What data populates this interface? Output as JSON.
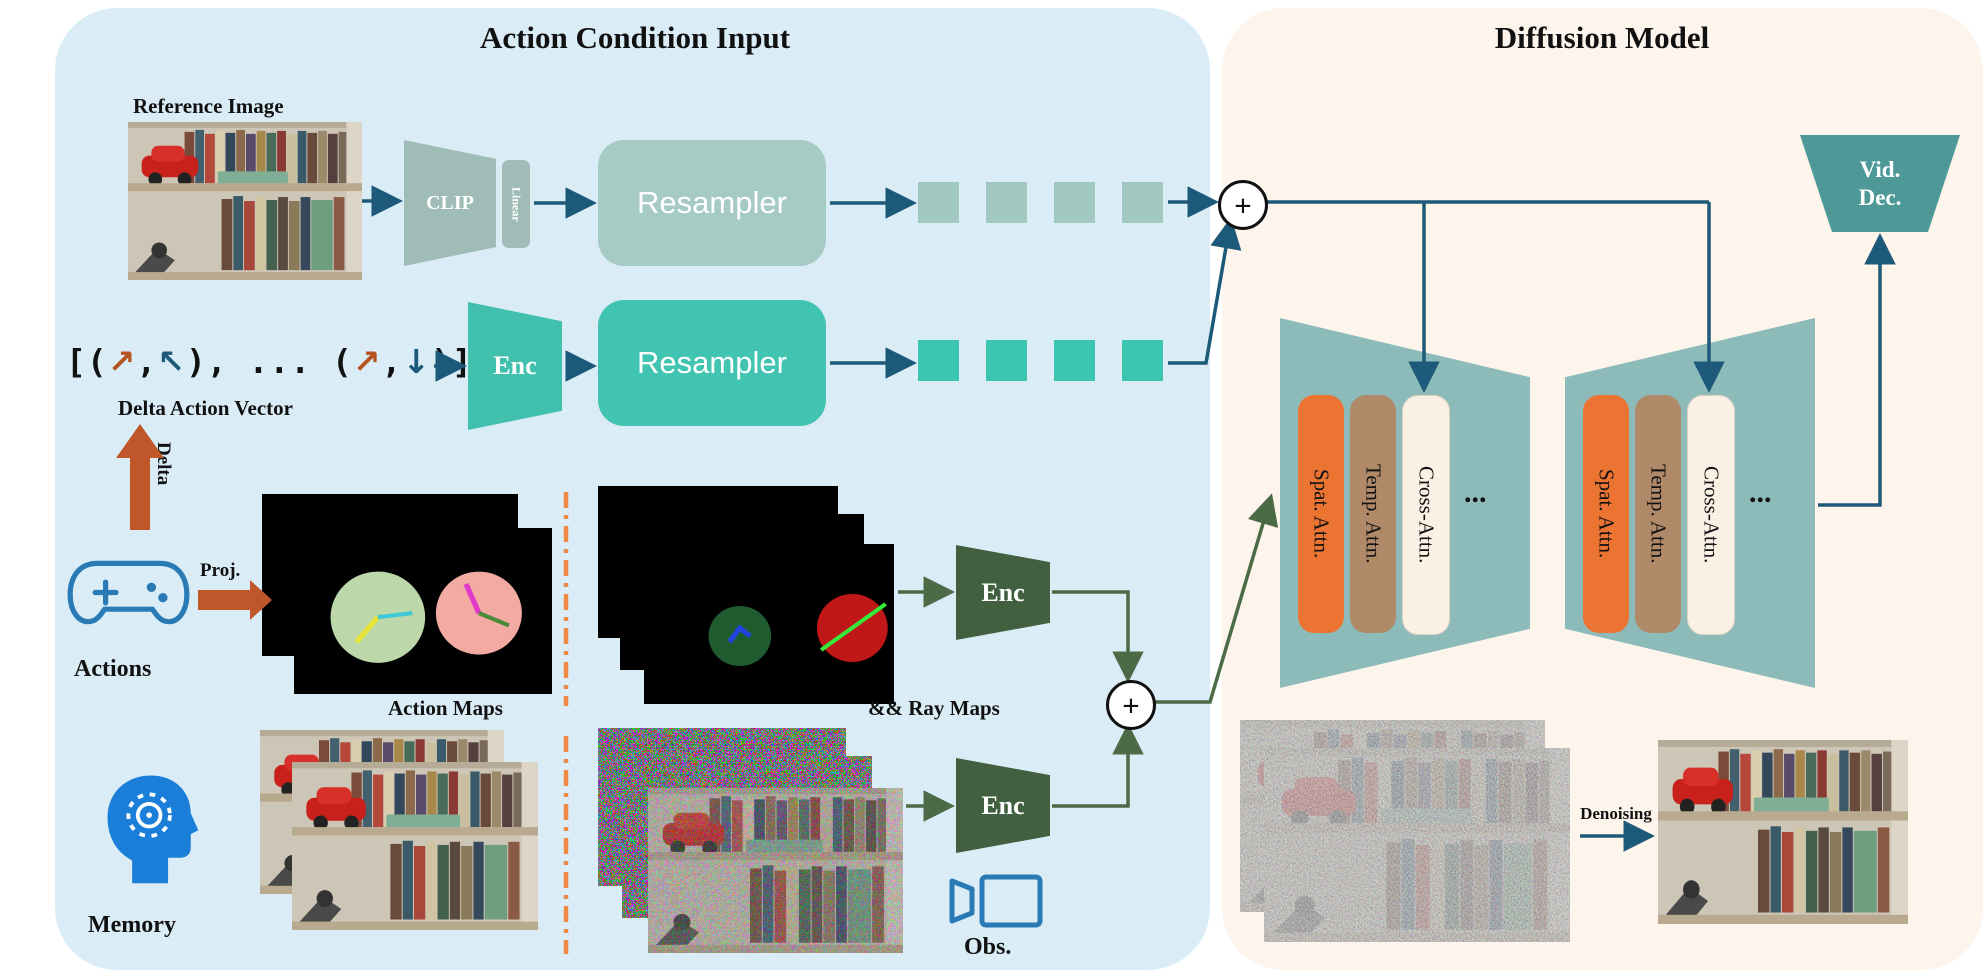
{
  "colors": {
    "panel_left_bg": "#daedf7",
    "panel_right_bg": "#fdf4ec",
    "teal_bright": "#41c4b1",
    "teal_muted": "#a6cac4",
    "vid_dec_teal": "#4e9898",
    "unet_teal": "#8cbbb9",
    "enc_green": "#40603f",
    "arrow_blue": "#1d5a7a",
    "arrow_green": "#4a6b45",
    "arrow_orange": "#c0572a",
    "separator_orange": "#f08848",
    "spat_orange": "#ec7433",
    "temp_brown": "#b08968",
    "cross_cream": "#fbf0e4",
    "icon_blue": "#2a7ab5",
    "memory_blue": "#1b7ed8"
  },
  "left_panel": {
    "title": "Action Condition Input",
    "reference_image_label": "Reference Image",
    "clip_label": "CLIP",
    "linear_label": "Linear",
    "resampler_top_label": "Resampler",
    "resampler_bottom_label": "Resampler",
    "enc_action_label": "Enc",
    "enc_maps_label": "Enc",
    "enc_obs_label": "Enc",
    "delta_vector": {
      "open": "[(",
      "arrow1": "↗",
      "comma1": ",",
      "arrow2": "↖",
      "mid": "), ... (",
      "arrow3": "↗",
      "comma2": ",",
      "arrow4": "↓",
      "close": ")]"
    },
    "delta_action_vector_label": "Delta Action Vector",
    "delta_arrow_label": "Delta",
    "proj_label": "Proj.",
    "actions_label": "Actions",
    "action_maps_label": "Action Maps",
    "ray_maps_label": "&& Ray Maps",
    "memory_label": "Memory",
    "obs_label": "Obs.",
    "sum_symbol": "+"
  },
  "diffusion": {
    "title": "Diffusion Model",
    "spat": "Spat. Attn.",
    "temp": "Temp. Attn.",
    "cross": "Cross-Attn.",
    "ellipsis": "...",
    "vid_dec_1": "Vid.",
    "vid_dec_2": "Dec.",
    "denoising_label": "Denoising",
    "sum_symbol": "+"
  }
}
